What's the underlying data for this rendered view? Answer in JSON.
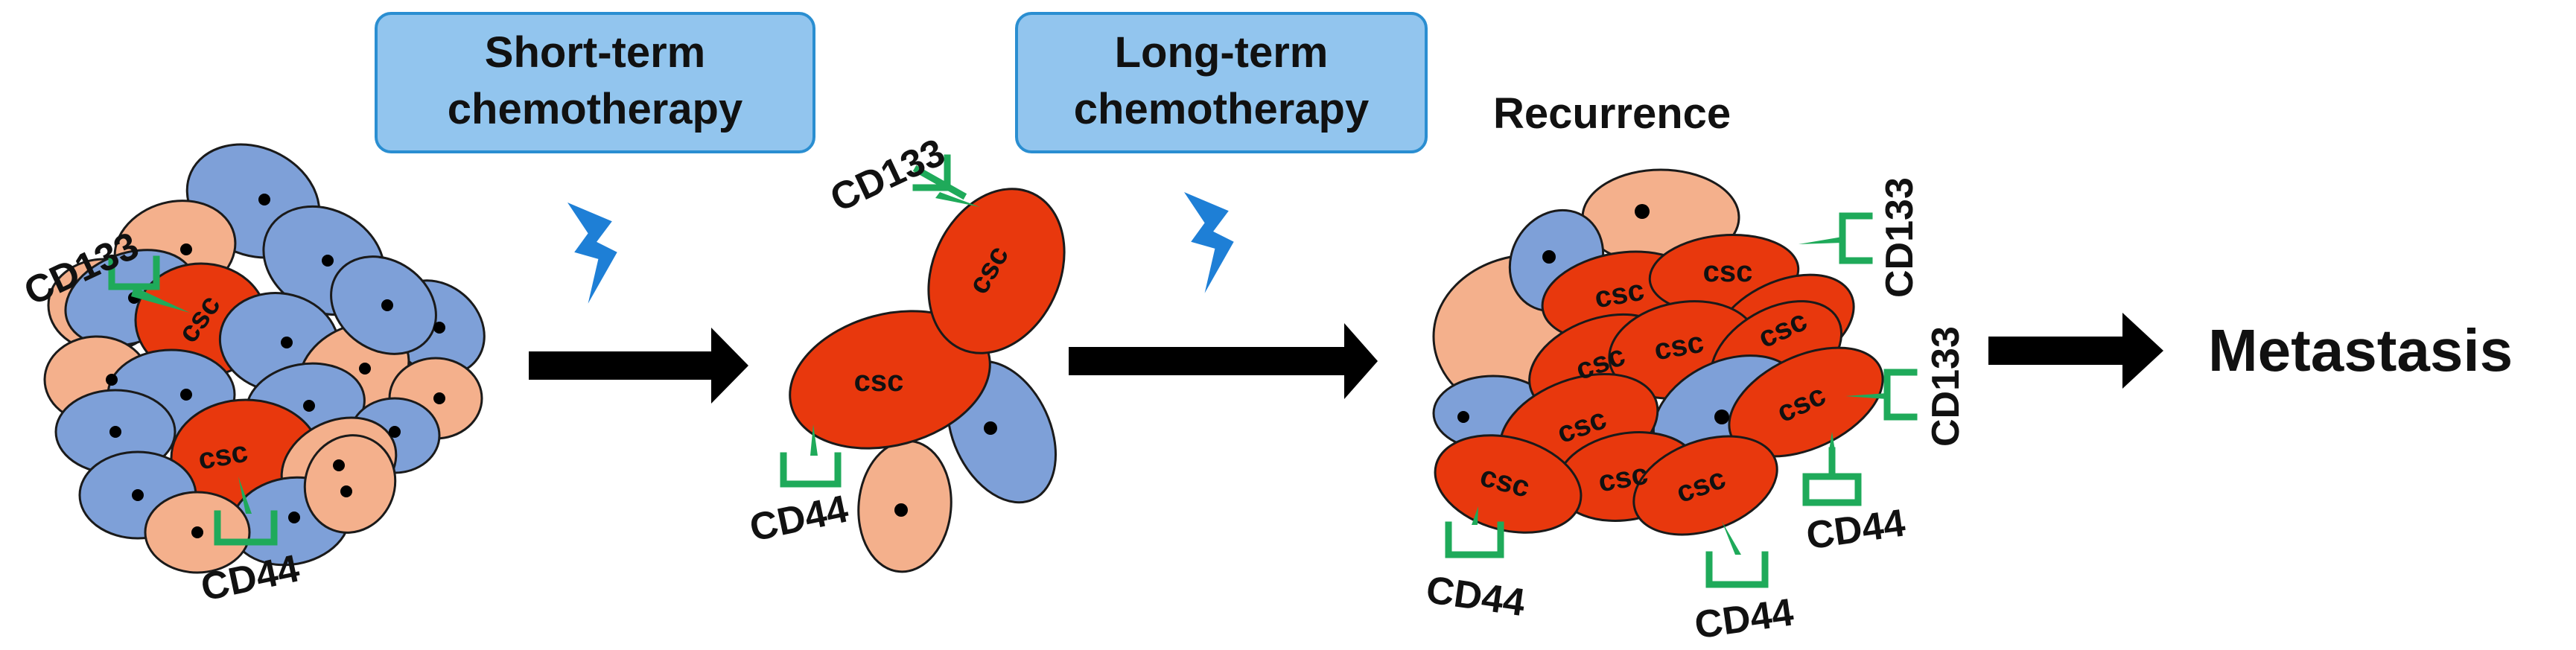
{
  "stages": {
    "short_term_label": "Short-term chemotherapy",
    "short_term_line1": "Short-term",
    "short_term_line2": "chemotherapy",
    "long_term_line1": "Long-term",
    "long_term_line2": "chemotherapy",
    "recurrence": "Recurrence",
    "metastasis": "Metastasis"
  },
  "markers": {
    "cd133": "CD133",
    "cd44": "CD44"
  },
  "cell_labels": {
    "csc": "csc"
  },
  "colors": {
    "box_fill": "#92c5ee",
    "box_border": "#2a8ed1",
    "lightning": "#1e7fd6",
    "blue_cell": "#7ea0d8",
    "orange_cell": "#f4b08c",
    "csc_cell": "#e8380d",
    "marker": "#1faa5a",
    "arrow": "#000000"
  },
  "icons": [
    "lightning-bolt-icon",
    "right-arrow-icon"
  ]
}
